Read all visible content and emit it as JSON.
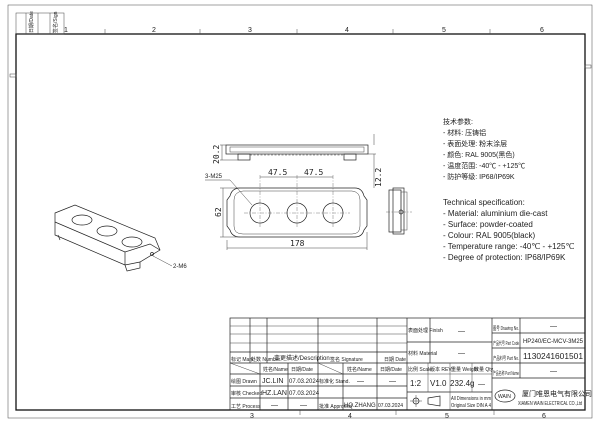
{
  "zones_top": [
    "1",
    "2",
    "3",
    "4",
    "5",
    "6"
  ],
  "zones_bottom": [
    "3",
    "4",
    "5",
    "6"
  ],
  "revision_box": {
    "col1": "日期/Date",
    "col2": "签名/Sign"
  },
  "dimensions": {
    "height": "20.2",
    "offset": "12.2",
    "pitch1": "47.5",
    "pitch2": "47.5",
    "width": "62",
    "length": "178",
    "thread_holes": "3-M25",
    "mount_holes": "2-M6"
  },
  "tech_cn": {
    "title": "技术参数:",
    "lines": [
      "- 材料: 压铸铝",
      "- 表面处理: 粉末涂层",
      "- 颜色: RAL 9005(黑色)",
      "- 温度范围: -40℃ - +125℃",
      "- 防护等级: IP68/IP69K"
    ]
  },
  "tech_en": {
    "title": "Technical specification:",
    "lines": [
      "- Material: aluminium die-cast",
      "- Surface: powder-coated",
      "- Colour: RAL 9005(black)",
      "- Temperature range: -40℃ - +125℃",
      "- Degree of protection: IP68/IP69K"
    ]
  },
  "title_block": {
    "mark": "标记 Mark",
    "number": "处数 Number",
    "description": "变更描述/Description",
    "signature": "签名 Signature",
    "date": "日期 Date",
    "name_hdr": "姓名/Name",
    "date_hdr": "日期/Date",
    "name_hdr2": "姓名/Name",
    "date_hdr2": "日期/Date",
    "drawn": "绘图 Drawn",
    "drawn_name": "JC.LIN",
    "drawn_date": "07.03.2024",
    "stand": "标准化 Stand.",
    "stand_name": "—",
    "stand_date": "—",
    "checked": "审核 Checked",
    "checked_name": "HZ.LAN",
    "checked_date": "07.03.2024",
    "process": "工艺 Process",
    "process_name": "—",
    "process_date": "—",
    "approved": "批准 Approved",
    "approved_name": "HQ.ZHANG",
    "approved_date": "07.03.2024",
    "finish_label": "表面处理 Finish",
    "finish_value": "—",
    "material_label": "材料 Material",
    "material_value": "—",
    "scale_label": "比例 Scale",
    "rev_label": "版本 REV.",
    "weight_label": "重量 Weight",
    "qty_label": "数量 Qty.",
    "scale": "1:2",
    "rev": "V1.0",
    "weight": "232.4g",
    "qty": "—",
    "dims_note1": "All Dimensions in mm",
    "dims_note2": "Original Size DIN A 4",
    "drawing_no_label": "图号 Drawing No.",
    "drawing_no": "—",
    "part_code_label": "产品代号 Part Code",
    "part_code": "HP240/EC-MCV-3M25",
    "part_no_label": "产品料号 Part No.",
    "part_no": "1130241601501",
    "part_name_label": "产品名称 Part Name",
    "part_name": "—",
    "company_cn": "厦门唯恩电气有限公司",
    "company_en": "XIAMEN WAIN ELECTRICAL CO.,Ltd",
    "logo": "WAIN"
  }
}
